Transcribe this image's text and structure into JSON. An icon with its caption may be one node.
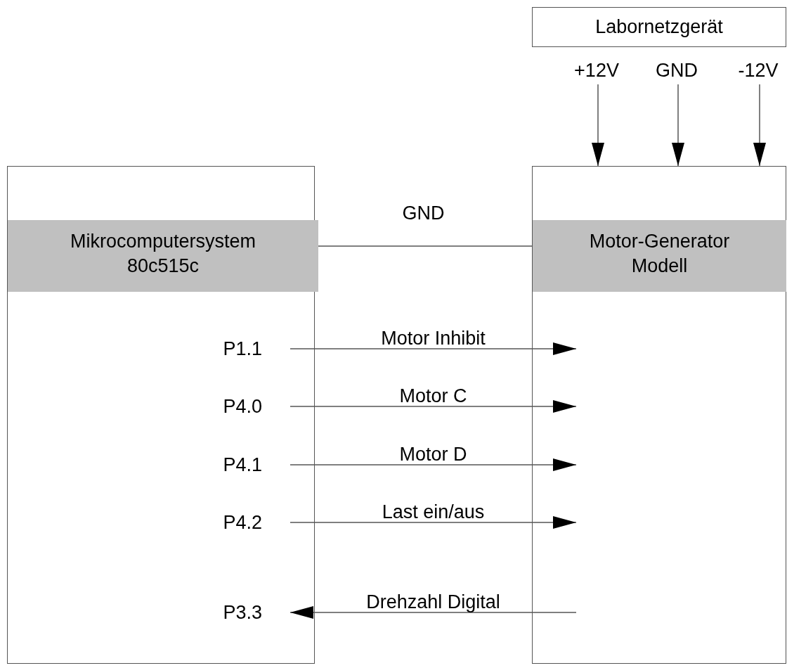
{
  "diagram": {
    "nodes": [
      {
        "text": [
          "Labornetzgerät"
        ]
      },
      {
        "text": [
          "+12V"
        ]
      },
      {
        "text": [
          "GND"
        ]
      },
      {
        "text": [
          "-12V"
        ]
      },
      {
        "text": [
          "Mikrocomputersystem 80c515c"
        ]
      },
      {
        "text": [
          "Motor-Generator Modell"
        ]
      },
      {
        "text": [
          "P1.1"
        ],
        "in": 4
      },
      {
        "text": [
          "P4.0"
        ],
        "in": 4
      },
      {
        "text": [
          "P4.1"
        ],
        "in": 4
      },
      {
        "text": [
          "P4.2"
        ],
        "in": 4
      },
      {
        "text": [
          "P3.3"
        ],
        "in": 4
      }
    ],
    "edges": [
      {
        "from": 1,
        "to": 5,
        "arrow": "to"
      },
      {
        "from": 2,
        "to": 5,
        "arrow": "to"
      },
      {
        "from": 3,
        "to": 5,
        "arrow": "to"
      },
      {
        "from": 4,
        "to": 5,
        "arrow": "none",
        "label": "GND"
      },
      {
        "from": 6,
        "to": 5,
        "arrow": "to",
        "label": "Motor Inhibit"
      },
      {
        "from": 7,
        "to": 5,
        "arrow": "to",
        "label": "Motor C"
      },
      {
        "from": 8,
        "to": 5,
        "arrow": "to",
        "label": "Motor D"
      },
      {
        "from": 9,
        "to": 5,
        "arrow": "to",
        "label": "Last ein/aus"
      },
      {
        "from": 5,
        "to": 10,
        "arrow": "to",
        "label": "Drehzahl Digital"
      }
    ]
  }
}
